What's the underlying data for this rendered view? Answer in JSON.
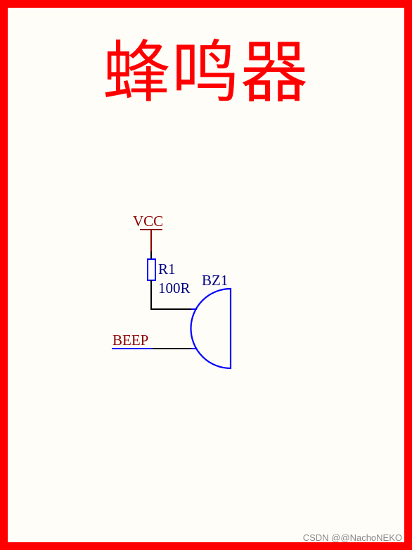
{
  "title": "蜂鸣器",
  "net_labels": {
    "vcc": "VCC",
    "beep": "BEEP"
  },
  "components": {
    "resistor": {
      "designator": "R1",
      "value": "100R"
    },
    "buzzer": {
      "designator": "BZ1"
    }
  },
  "watermark": "CSDN @@NachoNEKO",
  "colors": {
    "border": "#ff0000",
    "title": "#ff0000",
    "net_label": "#8b0000",
    "component_label": "#00007f",
    "component_body": "#0000ff",
    "wire": "#000000",
    "background": "#fffdf8"
  }
}
